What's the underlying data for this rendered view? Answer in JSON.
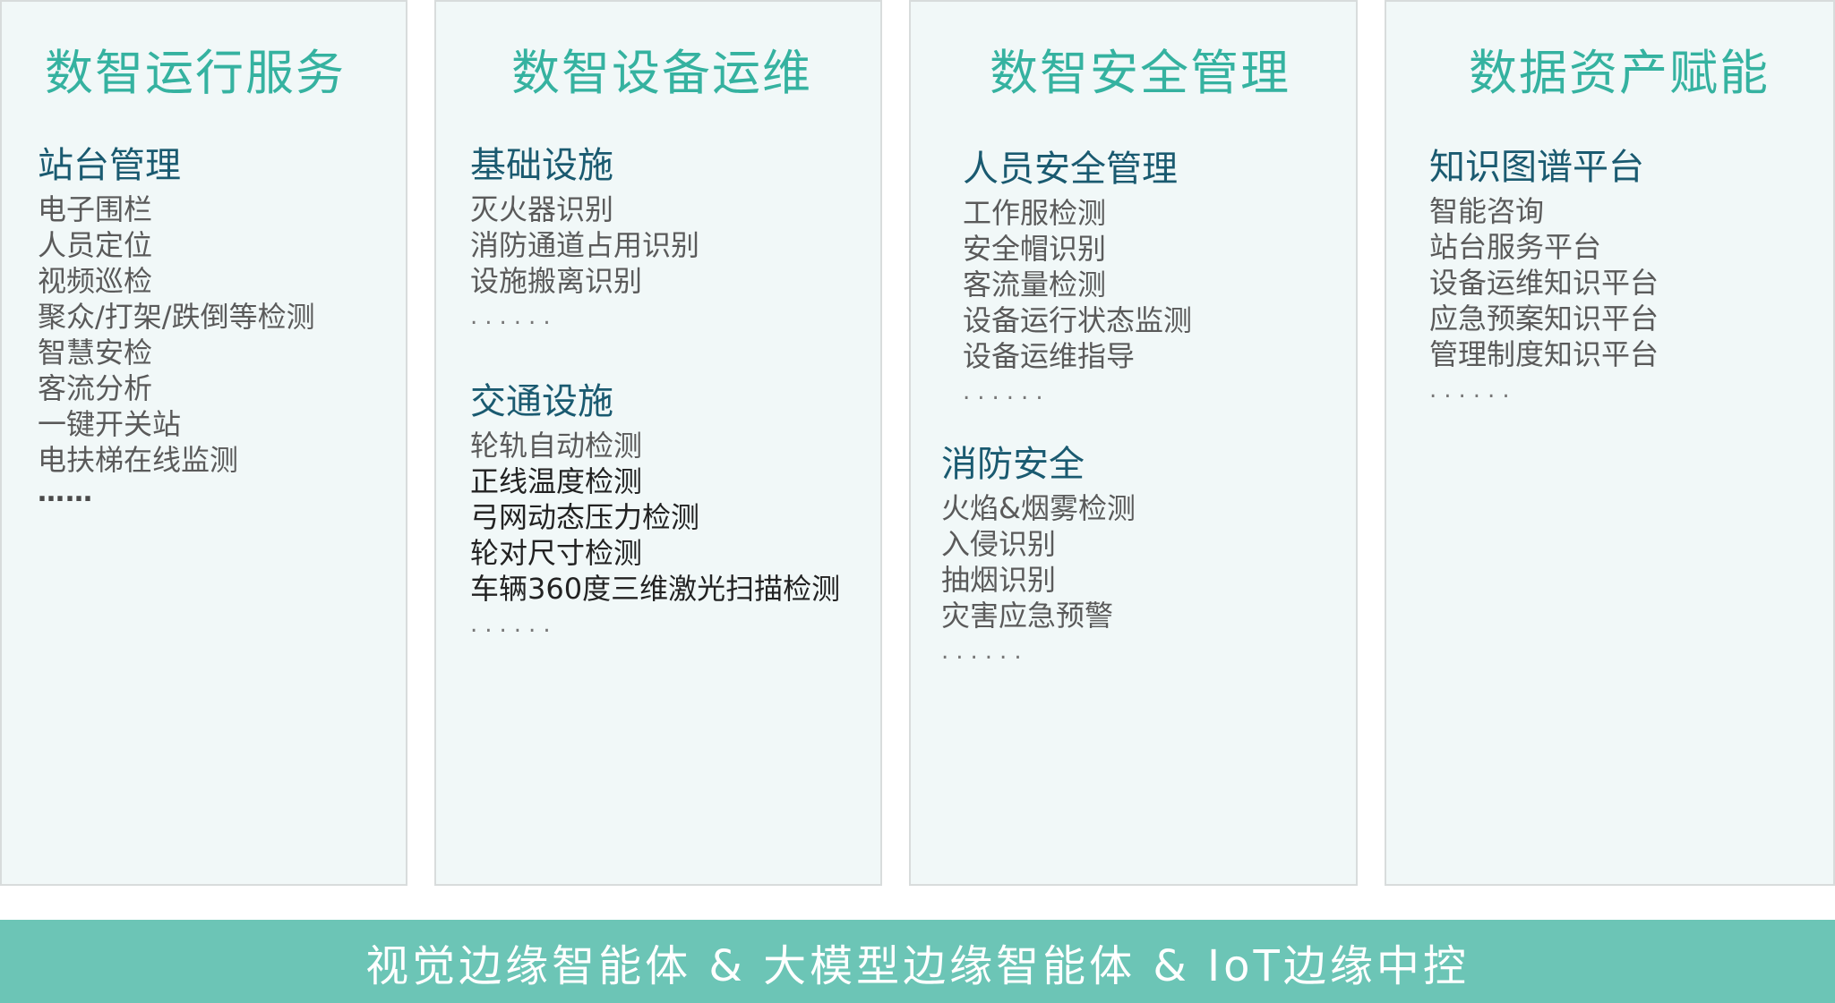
{
  "columns": [
    {
      "title": "数智运行服务",
      "groups": [
        {
          "title": "站台管理",
          "items": [
            "电子围栏",
            "人员定位",
            "视频巡检",
            "聚众/打架/跌倒等检测",
            "智慧安检",
            "客流分析",
            "一键开关站",
            "电扶梯在线监测"
          ],
          "ellipsis": "……"
        }
      ]
    },
    {
      "title": "数智设备运维",
      "groups": [
        {
          "title": "基础设施",
          "items": [
            "灭火器识别",
            "消防通道占用识别",
            "设施搬离识别"
          ],
          "ellipsis": "......"
        },
        {
          "title": "交通设施",
          "items": [
            "轮轨自动检测",
            "正线温度检测",
            "弓网动态压力检测",
            "轮对尺寸检测",
            "车辆360度三维激光扫描检测"
          ],
          "ellipsis": "......"
        }
      ]
    },
    {
      "title": "数智安全管理",
      "groups": [
        {
          "title": "人员安全管理",
          "items": [
            "工作服检测",
            "安全帽识别",
            "客流量检测",
            "设备运行状态监测",
            "设备运维指导"
          ],
          "ellipsis": "......"
        },
        {
          "title": "消防安全",
          "items": [
            "火焰&烟雾检测",
            "入侵识别",
            "抽烟识别",
            "灾害应急预警"
          ],
          "ellipsis": "......"
        }
      ]
    },
    {
      "title": "数据资产赋能",
      "groups": [
        {
          "title": "知识图谱平台",
          "items": [
            "智能咨询",
            "站台服务平台",
            "设备运维知识平台",
            "应急预案知识平台",
            "管理制度知识平台"
          ],
          "ellipsis": "......"
        }
      ]
    }
  ],
  "bottom_bar": {
    "text": "视觉边缘智能体 & 大模型边缘智能体 & IoT边缘中控"
  },
  "colors": {
    "column_title": "#35b2a0",
    "group_title": "#1a5a70",
    "item_text": "#5a5a5a",
    "column_bg": "#f1f8f8",
    "bottom_bar_bg": "#6cc5b6"
  }
}
